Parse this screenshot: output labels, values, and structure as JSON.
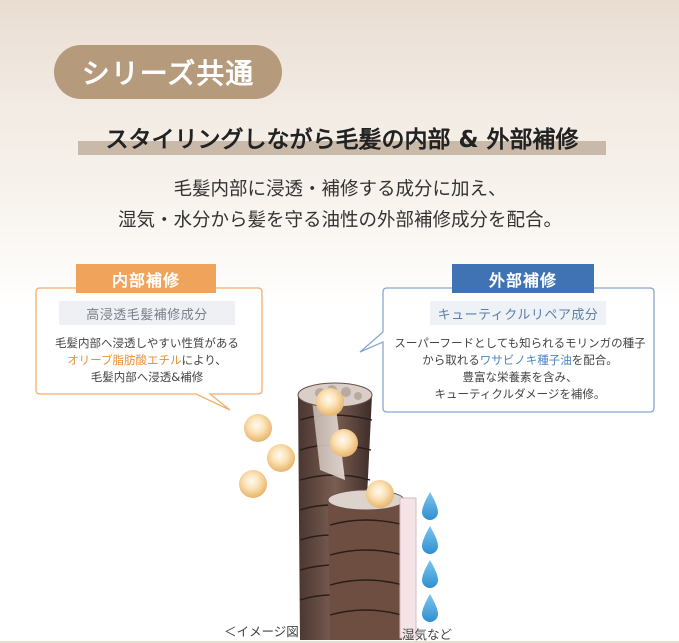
{
  "series_label": "シリーズ共通",
  "headline": "スタイリングしながら毛髪の内部 & 外部補修",
  "intro": {
    "line1": "毛髪内部に浸透・補修する成分に加え、",
    "line2": "湿気・水分から髪を守る油性の外部補修成分を配合。"
  },
  "internal": {
    "badge": "内部補修",
    "sub": "高浸透毛髪補修成分",
    "desc_line1": "毛髪内部へ浸透しやすい性質がある",
    "desc_line2_hl": "オリーブ脂肪酸エチル",
    "desc_line2_rest": "により、",
    "desc_line3": "毛髪内部へ浸透&補修"
  },
  "external": {
    "badge": "外部補修",
    "sub": "キューティクルリペア成分",
    "desc_line1": "スーパーフードとしても知られるモリンガの種子",
    "desc_line2_pre": "から取れる",
    "desc_line2_hl": "ワサビノキ種子油",
    "desc_line2_rest": "を配合。",
    "desc_line3": "豊富な栄養素を含み、",
    "desc_line4": "キューティクルダメージを補修。"
  },
  "captions": {
    "image": "＜イメージ図＞",
    "moisture": "湿気など"
  },
  "colors": {
    "pill": "#b59a7c",
    "internal_accent": "#f0a35a",
    "external_accent": "#3f73b3",
    "water_drop": "#4aa6e0"
  }
}
